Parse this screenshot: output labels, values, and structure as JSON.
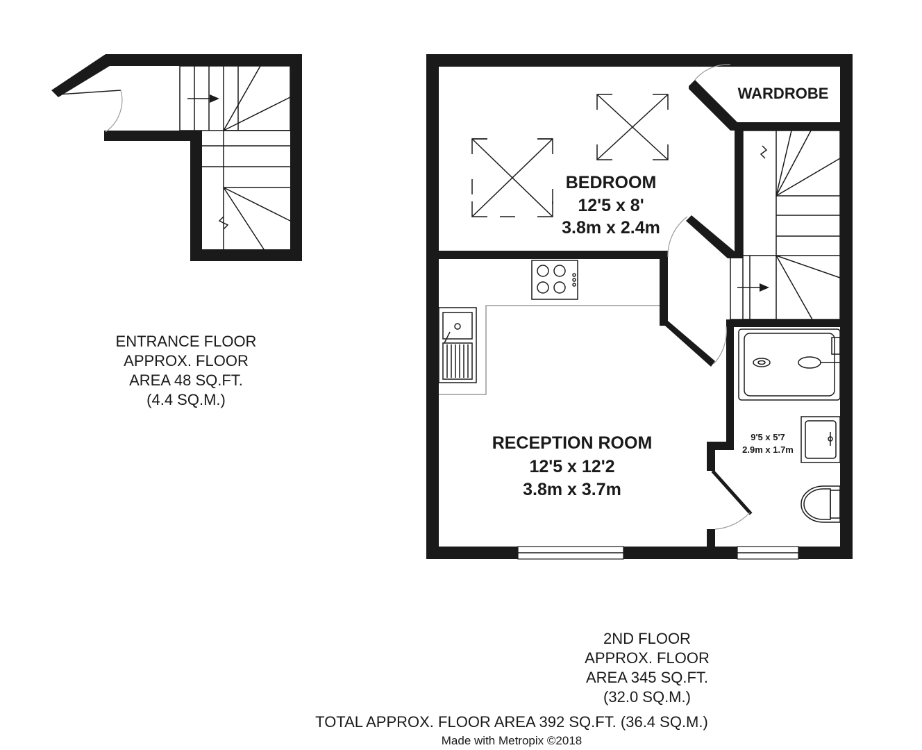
{
  "rooms": {
    "bedroom": {
      "name": "BEDROOM",
      "imperial": "12'5 x 8'",
      "metric": "3.8m x 2.4m"
    },
    "reception": {
      "name": "RECEPTION ROOM",
      "imperial": "12'5 x 12'2",
      "metric": "3.8m x 3.7m"
    },
    "wardrobe": {
      "name": "WARDROBE"
    },
    "bathroom": {
      "imperial": "9'5 x 5'7",
      "metric": "2.9m x 1.7m"
    }
  },
  "entrance_floor": {
    "line1": "ENTRANCE FLOOR",
    "line2": "APPROX. FLOOR",
    "line3": "AREA 48 SQ.FT.",
    "line4": "(4.4 SQ.M.)"
  },
  "second_floor": {
    "line1": "2ND FLOOR",
    "line2": "APPROX. FLOOR",
    "line3": "AREA 345 SQ.FT.",
    "line4": "(32.0 SQ.M.)"
  },
  "total": "TOTAL APPROX. FLOOR AREA 392 SQ.FT. (36.4 SQ.M.)",
  "credit": "Made with Metropix ©2018",
  "icons": [
    "skylight-icon",
    "hob-icon",
    "sink-icon",
    "shower-tray-icon",
    "washbasin-icon",
    "toilet-icon",
    "stair-arrow-icon"
  ]
}
